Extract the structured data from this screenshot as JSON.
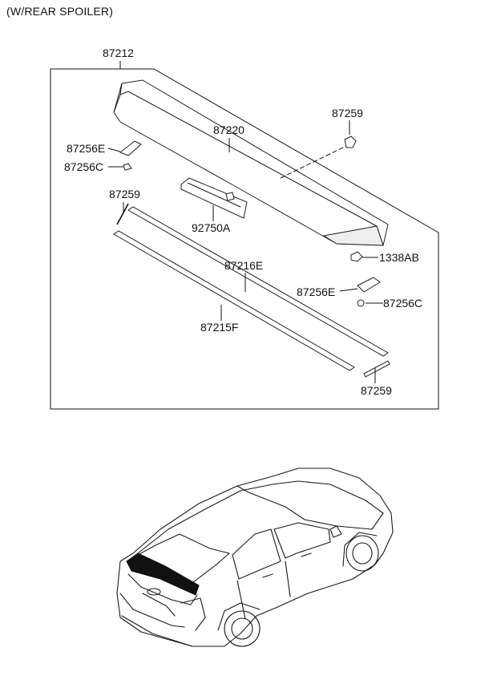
{
  "header": {
    "title": "(W/REAR SPOILER)"
  },
  "diagram": {
    "assembly_label": "87212",
    "parts": [
      {
        "id": "spoiler",
        "label": "87220"
      },
      {
        "id": "clip_top",
        "label": "87259"
      },
      {
        "id": "bracket_left",
        "label": "87256E"
      },
      {
        "id": "nut_left",
        "label": "87256C"
      },
      {
        "id": "strip_clip_left",
        "label": "87259"
      },
      {
        "id": "stop_lamp",
        "label": "92750A"
      },
      {
        "id": "nut_1338",
        "label": "1338AB"
      },
      {
        "id": "garnish_upper",
        "label": "87216E"
      },
      {
        "id": "bracket_right",
        "label": "87256E"
      },
      {
        "id": "nut_right",
        "label": "87256C"
      },
      {
        "id": "garnish_lower",
        "label": "87215F"
      },
      {
        "id": "strip_clip_right",
        "label": "87259"
      }
    ]
  }
}
